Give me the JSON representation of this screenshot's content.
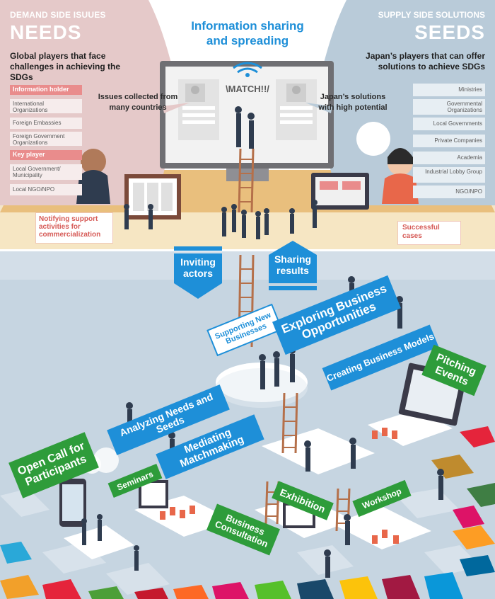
{
  "needs": {
    "subtitle": "DEMAND SIDE ISUUES",
    "title": "NEEDS",
    "description": "Global players that face challenges in achieving the SDGs",
    "info_header": "Information holder",
    "info_items": [
      "International Organizations",
      "Foreign Embassies",
      "Foreign Government Organizations"
    ],
    "key_header": "Key player",
    "key_items": [
      "Local Government/ Municipality",
      "Local NGO/NPO"
    ],
    "issues_label": "Issues collected from many countries",
    "notify_label": "Notifying support activities for commercialization"
  },
  "seeds": {
    "subtitle": "SUPPLY SIDE SOLUTIONS",
    "title": "SEEDS",
    "description": "Japan’s players that can offer solutions to achieve SDGs",
    "items": [
      "Ministries",
      "Governmental Organizations",
      "Local Governments",
      "Private Companies",
      "Academia",
      "Industrial Lobby Group",
      "NGO/NPO"
    ],
    "solutions_label": "Japan’s solutions with high potential",
    "success_label": "Successful cases"
  },
  "center": {
    "info_title": "Information sharing and spreading",
    "match_text": "\\MATCH!!/"
  },
  "arrows": {
    "inviting": "Inviting actors",
    "sharing": "Sharing results"
  },
  "activities": {
    "supporting": "Supporting New Businesses",
    "exploring": "Exploring Business Opportunities",
    "creating": "Creating Business Models",
    "pitching": "Pitching Events",
    "analyzing": "Analyzing Needs and Seeds",
    "mediating": "Mediating Matchmaking",
    "open_call": "Open Call for Participants",
    "seminars": "Seminars",
    "exhibition": "Exhibition",
    "workshop": "Workshop",
    "consultation": "Business Consultation"
  },
  "colors": {
    "needs_bg": "#e5c9c9",
    "seeds_bg": "#b9cbd9",
    "platform": "#e9bf7d",
    "floor": "#c5d4e0",
    "green": "#2e9c3a",
    "blue": "#1e8fd8",
    "accent_red": "#e98c8c"
  }
}
